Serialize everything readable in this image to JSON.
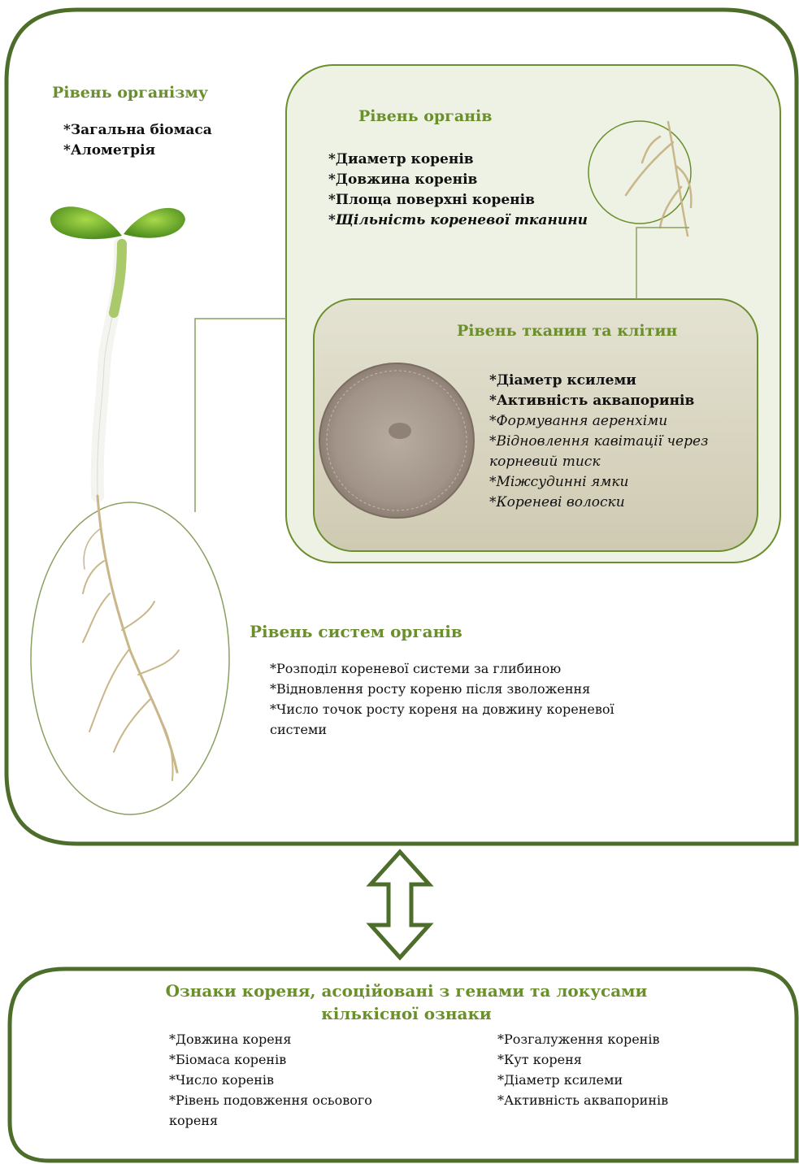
{
  "colors": {
    "frame": "#4d6e2a",
    "title": "#6a8f2c",
    "organ_bg": "#eef2e4",
    "tissue_bg": "#dcd9c6"
  },
  "organism": {
    "title": "Рівень організму",
    "items": [
      "*Загальна біомаса",
      "*Алометрія"
    ]
  },
  "organ": {
    "title": "Рівень органів",
    "items_bold": [
      "*Диаметр коренів",
      "*Довжина коренів",
      "*Площа поверхні коренів"
    ],
    "item_bold_italic": "*Щільність кореневої тканини"
  },
  "tissue": {
    "title": "Рівень тканин та клітин",
    "items_bold": [
      "*Діаметр ксилеми",
      "*Активність аквапоринів"
    ],
    "items_italic": [
      "*Формування аеренхіми",
      "*Відновлення кавітації через",
      "корневий тиск",
      "*Міжсудинні ямки",
      "*Кореневі волоски"
    ]
  },
  "system": {
    "title": "Рівень систем органів",
    "items": [
      "*Розподіл кореневої системи за глибиною",
      "*Відновлення росту кореню після зволоження",
      "*Число точок росту кореня на довжину кореневої",
      "системи"
    ]
  },
  "arrow": {
    "icon": "double-arrow-vertical-icon"
  },
  "qtl": {
    "title_line1": "Ознаки кореня, асоційовані з генами та локусами",
    "title_line2": "кількісної ознаки",
    "left_items": [
      "*Довжина кореня",
      "*Біомаса коренів",
      "*Число коренів",
      "*Рівень подовження осьового",
      "кореня"
    ],
    "right_items": [
      "*Розгалуження коренів",
      "*Кут кореня",
      "*Діаметр ксилеми",
      "*Активність аквапоринів"
    ]
  }
}
